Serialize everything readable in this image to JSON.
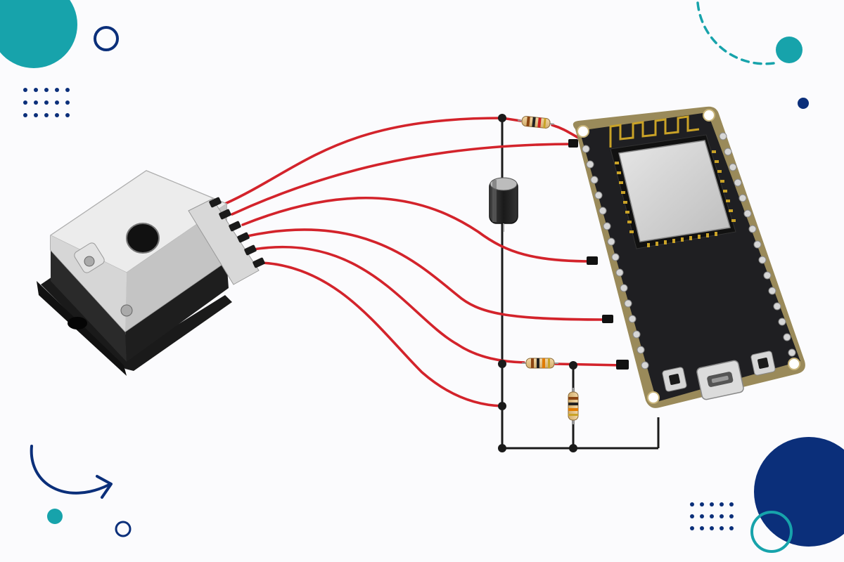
{
  "colors": {
    "background": "#fbfbfd",
    "wire": "#d3232b",
    "ground_wire": "#1a1a1a",
    "board": "#1f1f22",
    "board_edge": "#9a8a5a",
    "teal": "#17a3ab",
    "navy": "#0b2f7a",
    "sensor_metal": "#dcdcdc",
    "sensor_base": "#222222"
  },
  "components": {
    "sensor": "sensor-module",
    "board": "esp32-dev-board",
    "capacitor": "electrolytic-capacitor",
    "resistors": [
      "resistor-top",
      "resistor-bottom-series",
      "resistor-bottom-pulldown"
    ]
  },
  "decorations": {
    "icons": [
      "circle-icon",
      "dot-grid-icon",
      "arrow-icon",
      "dashed-arc-icon"
    ]
  }
}
